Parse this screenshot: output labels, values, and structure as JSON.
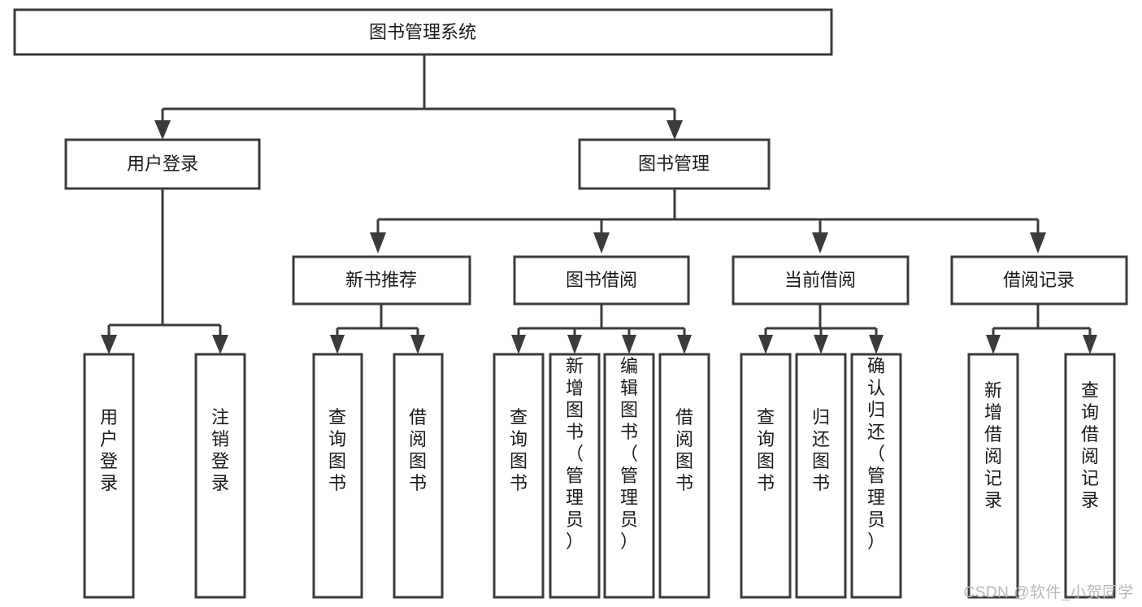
{
  "diagram": {
    "type": "tree",
    "title": "图书管理系统",
    "watermark": "CSDN @软件_小贺同学",
    "colors": {
      "stroke": "#3b3b3b",
      "fill": "#ffffff",
      "text": "#1a1a1a",
      "watermark": "#b9b9b9",
      "background": "#ffffff"
    },
    "nodes": {
      "root": {
        "label": "图书管理系统",
        "orientation": "horizontal"
      },
      "l1": [
        {
          "label": "用户登录",
          "orientation": "horizontal"
        },
        {
          "label": "图书管理",
          "orientation": "horizontal"
        }
      ],
      "l2": [
        {
          "label": "新书推荐",
          "orientation": "horizontal"
        },
        {
          "label": "图书借阅",
          "orientation": "horizontal"
        },
        {
          "label": "当前借阅",
          "orientation": "horizontal"
        },
        {
          "label": "借阅记录",
          "orientation": "horizontal"
        }
      ],
      "leaves_user_login": [
        {
          "label": "用户登录",
          "orientation": "vertical"
        },
        {
          "label": "注销登录",
          "orientation": "vertical"
        }
      ],
      "leaves_new_book": [
        {
          "label": "查询图书",
          "orientation": "vertical"
        },
        {
          "label": "借阅图书",
          "orientation": "vertical"
        }
      ],
      "leaves_borrow": [
        {
          "label": "查询图书",
          "orientation": "vertical"
        },
        {
          "label": "新增图书（管理员）",
          "orientation": "vertical"
        },
        {
          "label": "编辑图书（管理员）",
          "orientation": "vertical"
        },
        {
          "label": "借阅图书",
          "orientation": "vertical"
        }
      ],
      "leaves_current": [
        {
          "label": "查询图书",
          "orientation": "vertical"
        },
        {
          "label": "归还图书",
          "orientation": "vertical"
        },
        {
          "label": "确认归还（管理员）",
          "orientation": "vertical"
        }
      ],
      "leaves_record": [
        {
          "label": "新增借阅记录",
          "orientation": "vertical"
        },
        {
          "label": "查询借阅记录",
          "orientation": "vertical"
        }
      ]
    }
  }
}
